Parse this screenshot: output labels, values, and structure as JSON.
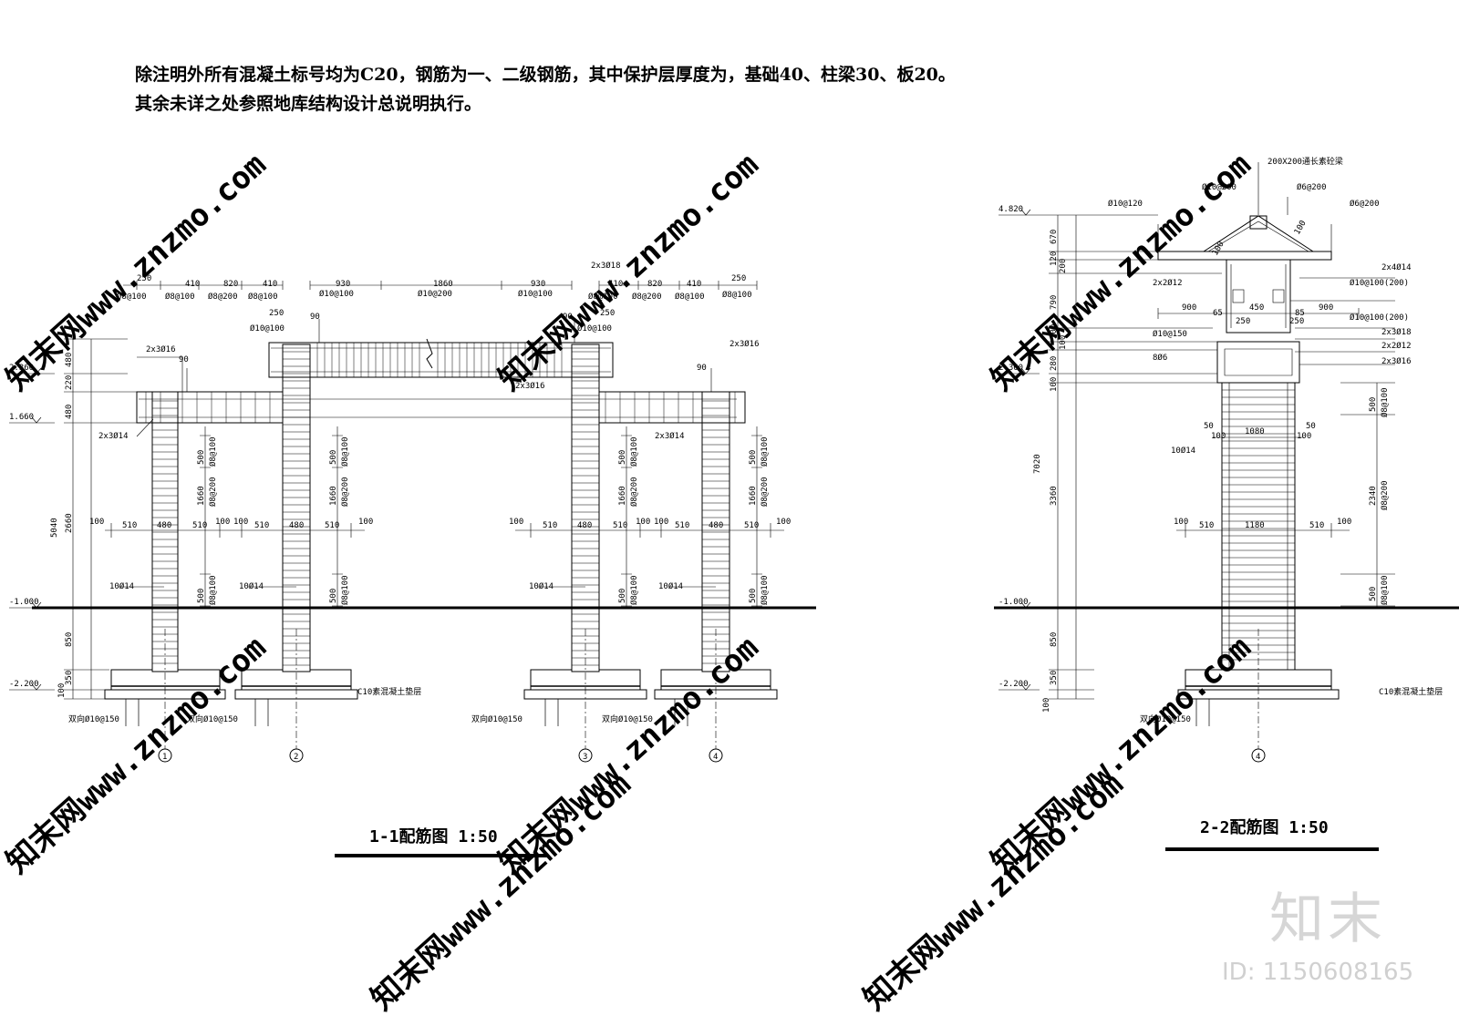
{
  "notes": {
    "line1": "除注明外所有混凝土标号均为C20，钢筋为一、二级钢筋，其中保护层厚度为，基础40、柱梁30、板20。",
    "line2": "其余未详之处参照地库结构设计总说明执行。"
  },
  "sec1": {
    "title": "1-1配筋图   1:50",
    "levels": [
      "2.360",
      "1.660",
      "-1.000",
      "-2.200"
    ],
    "vdims": [
      "480",
      "220",
      "480",
      "2660",
      "5040",
      "850",
      "350",
      "100"
    ],
    "top_dims": [
      "250",
      "410",
      "820",
      "410",
      "930",
      "1860",
      "930",
      "410",
      "820",
      "410",
      "250"
    ],
    "top_bars": [
      "Ø8@100",
      "Ø8@100",
      "Ø8@200",
      "Ø8@100",
      "Ø10@100",
      "Ø10@200",
      "Ø10@100",
      "Ø8@100",
      "Ø8@200",
      "Ø8@100",
      "Ø8@100"
    ],
    "small": [
      "250",
      "Ø10@100",
      "90",
      "2x3Ø18",
      "250",
      "Ø10@100",
      "90",
      "2x3Ø16",
      "90",
      "2x3Ø16",
      "90",
      "2x3Ø16",
      "2x3Ø14",
      "2x3Ø14"
    ],
    "mid_dims": [
      "100",
      "510",
      "480",
      "510",
      "100",
      "100",
      "510",
      "480",
      "510",
      "100"
    ],
    "col_labels": [
      "500",
      "Ø8@100",
      "1660",
      "Ø8@200",
      "500",
      "Ø8@100"
    ],
    "ten": "10Ø14",
    "foot": "双向Ø10@150",
    "cushion": "C10素混凝土垫层",
    "axes": [
      "1",
      "2",
      "3",
      "4"
    ]
  },
  "sec2": {
    "title": "2-2配筋图   1:50",
    "levels": [
      "4.820",
      "2.360",
      "-1.000",
      "-2.200"
    ],
    "vdims": [
      "670",
      "120",
      "200",
      "790",
      "200",
      "100",
      "280",
      "100",
      "3360",
      "7020",
      "850",
      "350",
      "100"
    ],
    "top_label": "200X200通长素砼梁",
    "bars_left": [
      "Ø10@120",
      "Ø10@200",
      "2x2Ø12",
      "Ø10@150",
      "8Ø6",
      "10Ø14"
    ],
    "bars_right": [
      "Ø6@200",
      "Ø6@200",
      "2x4Ø14",
      "Ø10@100(200)",
      "Ø10@100(200)",
      "2x3Ø18",
      "2x2Ø12",
      "2x3Ø16"
    ],
    "dims": [
      "900",
      "450",
      "900",
      "65",
      "85",
      "250",
      "250",
      "100",
      "100",
      "50",
      "50",
      "1080",
      "100",
      "510",
      "1180",
      "510",
      "100"
    ],
    "right_labels": [
      "500",
      "Ø8@100",
      "2340",
      "Ø8@200",
      "500",
      "Ø8@100"
    ],
    "foot": "双向Ø10@150",
    "cushion": "C10素混凝土垫层",
    "axis": "4"
  },
  "watermark": {
    "text": "知末网www.znzmo.com",
    "logo": "知末",
    "id": "ID: 1150608165"
  }
}
